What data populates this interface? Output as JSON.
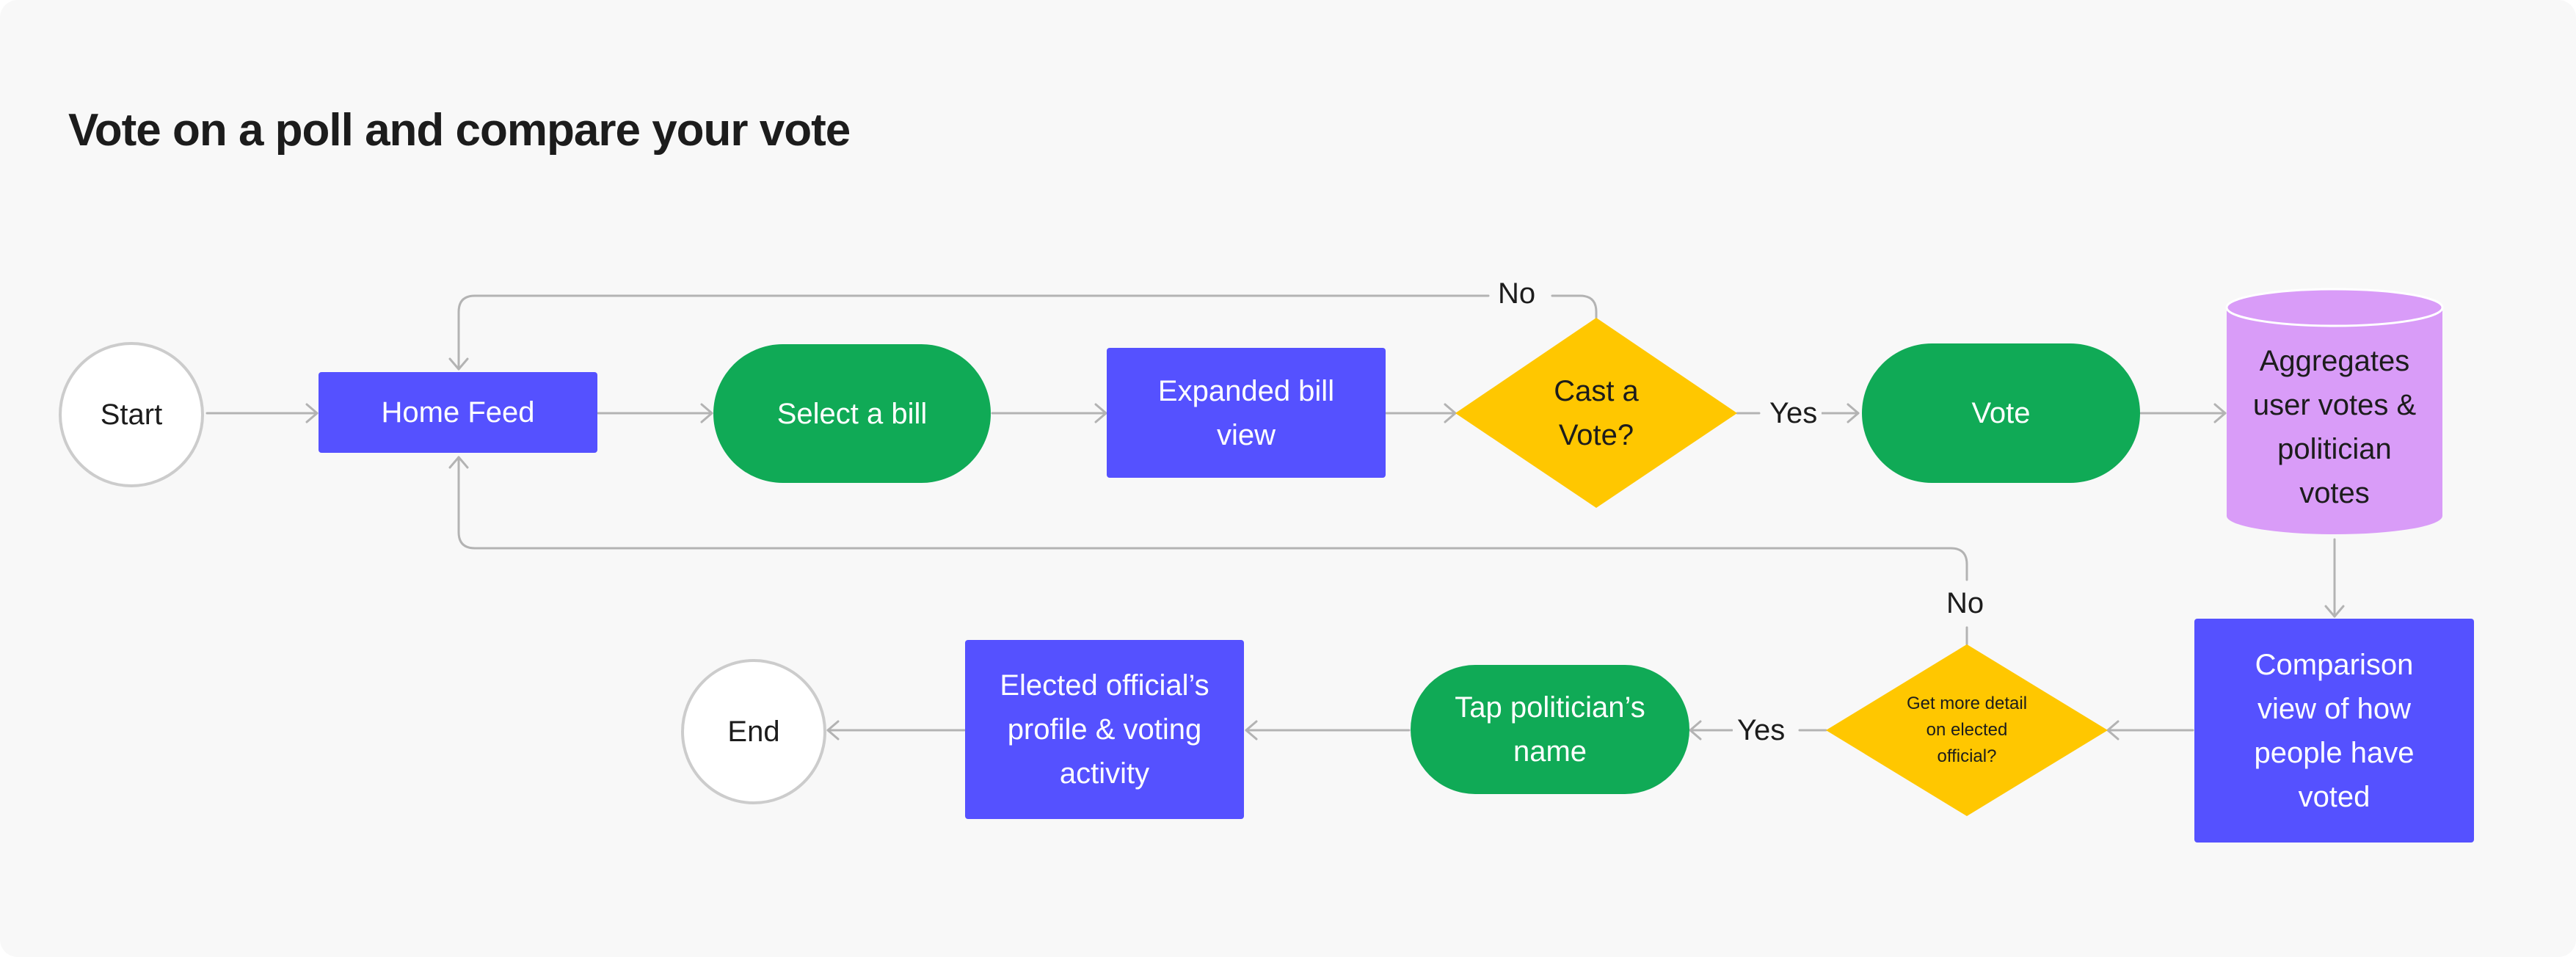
{
  "title": "Vote on a poll and compare your vote",
  "colors": {
    "process": "#5551ff",
    "action": "#10aa56",
    "decision": "#ffc700",
    "datastore": "#d99cf8",
    "terminal_border": "#cccccc",
    "connector": "#b3b3b3",
    "background": "#f8f8f8"
  },
  "nodes": {
    "start": "Start",
    "home_feed": "Home Feed",
    "select_bill": "Select a bill",
    "expanded_bill": [
      "Expanded bill",
      "view"
    ],
    "cast_vote": [
      "Cast a",
      "Vote?"
    ],
    "vote": "Vote",
    "aggregates": [
      "Aggregates",
      "user votes &",
      "politician",
      "votes"
    ],
    "comparison": [
      "Comparison",
      "view of how",
      "people have",
      "voted"
    ],
    "more_detail": [
      "Get more detail",
      "on elected",
      "official?"
    ],
    "tap_politician": [
      "Tap politician’s",
      "name"
    ],
    "official_profile": [
      "Elected official’s",
      "profile & voting",
      "activity"
    ],
    "end": "End"
  },
  "edge_labels": {
    "cast_no": "No",
    "cast_yes": "Yes",
    "detail_no": "No",
    "detail_yes": "Yes"
  }
}
